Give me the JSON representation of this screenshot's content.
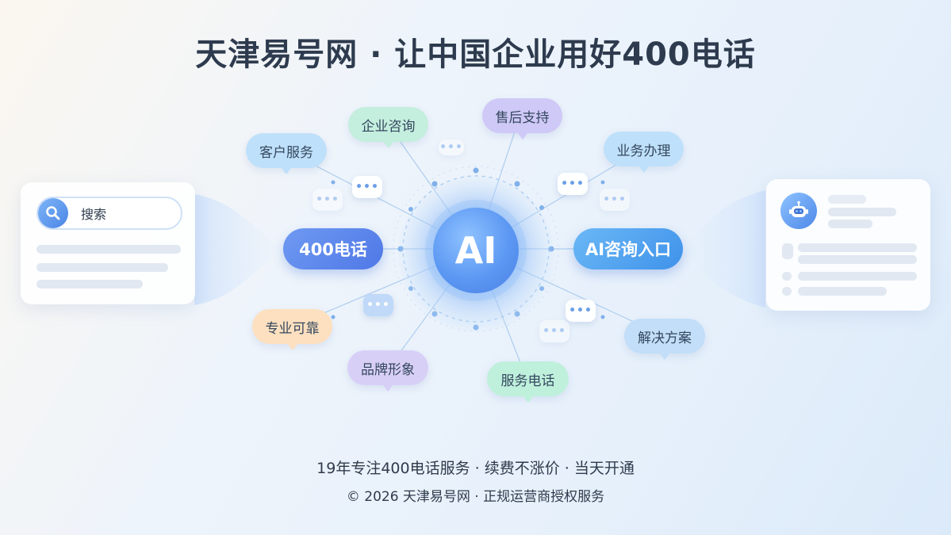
{
  "title": "天津易号网 · 让中国企业用好400电话",
  "center": {
    "label": "AI"
  },
  "main_nodes": {
    "left": "400电话",
    "right": "AI咨询入口"
  },
  "topic_nodes": [
    {
      "id": "customer-service",
      "label": "客户服务",
      "color": "#bfe0fa"
    },
    {
      "id": "enterprise-consulting",
      "label": "企业咨询",
      "color": "#c4eede"
    },
    {
      "id": "after-sales",
      "label": "售后支持",
      "color": "#cfc9f7"
    },
    {
      "id": "business-handling",
      "label": "业务办理",
      "color": "#bfe0fa"
    },
    {
      "id": "professional",
      "label": "专业可靠",
      "color": "#fde0bf"
    },
    {
      "id": "brand-image",
      "label": "品牌形象",
      "color": "#d8cff7"
    },
    {
      "id": "phone-service",
      "label": "服务电话",
      "color": "#bff0dc"
    },
    {
      "id": "solution",
      "label": "解决方案",
      "color": "#c2def8"
    }
  ],
  "search_card": {
    "label": "搜索"
  },
  "footer": {
    "line1": "19年专注400电话服务 · 续费不涨价 · 当天开通",
    "line2": "© 2026 天津易号网 · 正规运营商授权服务"
  },
  "colors": {
    "accent_blue": "#5c98f3",
    "left_pill": "#5a86ec",
    "right_pill": "#4fa2ef"
  }
}
